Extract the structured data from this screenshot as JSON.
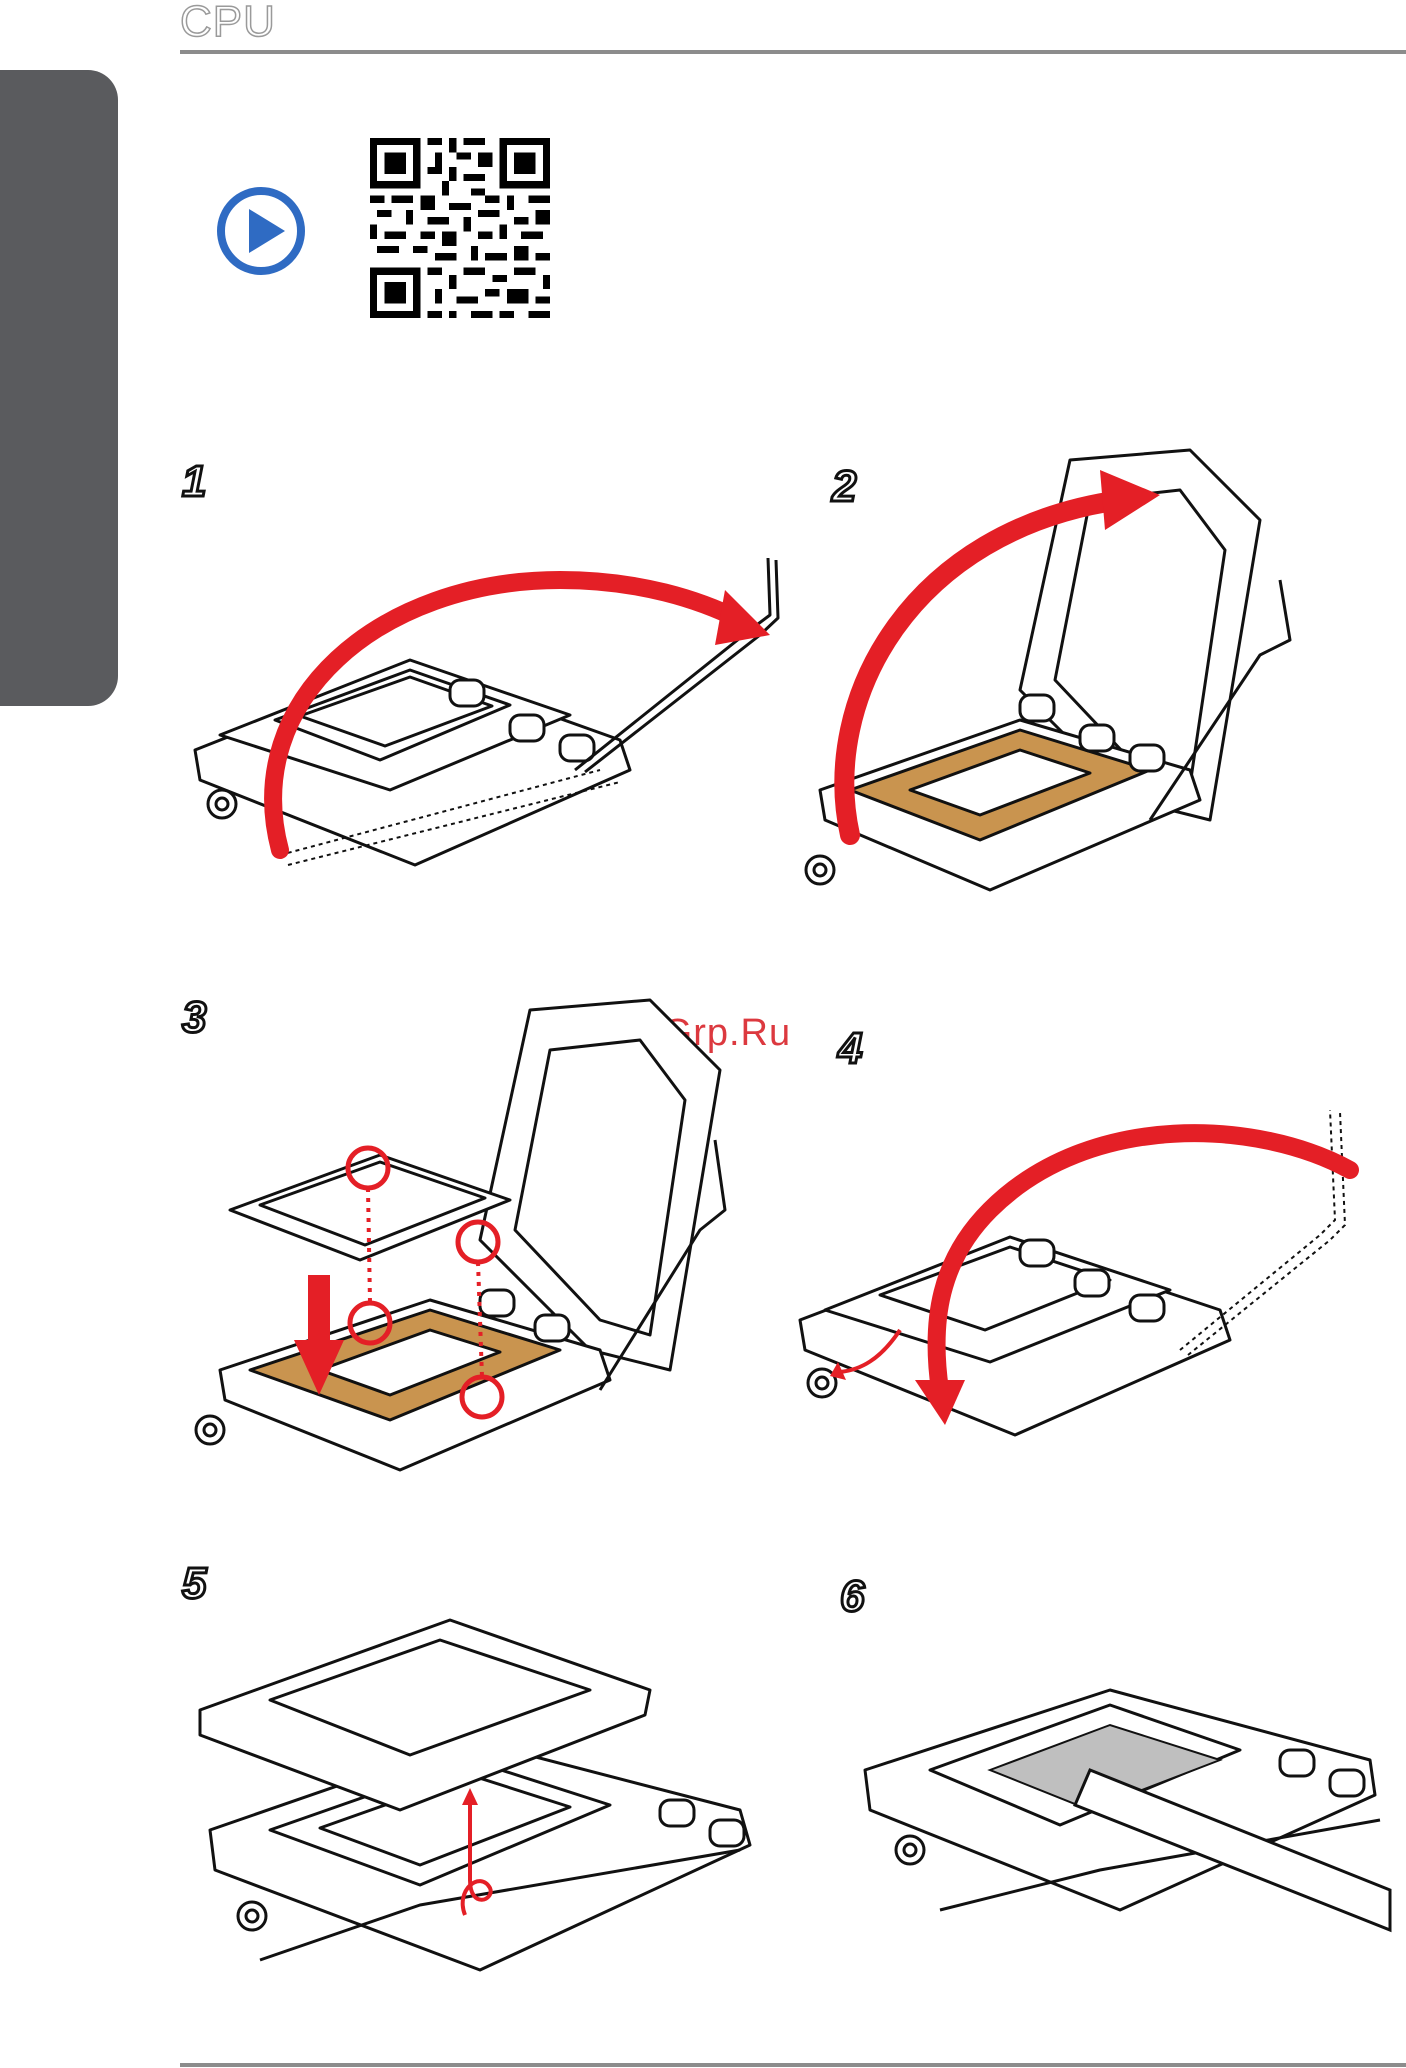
{
  "header": {
    "section_title": "CPU"
  },
  "video": {
    "icon": "play-icon",
    "qr": "qr-code"
  },
  "steps": [
    {
      "number": "1"
    },
    {
      "number": "2"
    },
    {
      "number": "3"
    },
    {
      "number": "4"
    },
    {
      "number": "5"
    },
    {
      "number": "6"
    }
  ],
  "watermark": "McGrp.Ru",
  "colors": {
    "accent_red": "#e41f26",
    "socket_brown": "#c9944f",
    "tab_gray": "#5a5b5e",
    "play_blue": "#2f6bc3",
    "rule_gray": "#8c8c8c"
  }
}
